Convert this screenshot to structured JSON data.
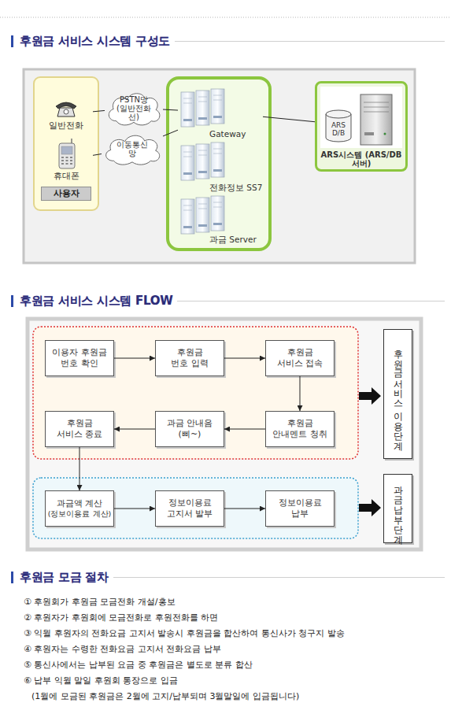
{
  "diagram": {
    "title": "후원금 서비스 시스템 구성도",
    "nodes": [
      {
        "text": [
          "사용자"
        ]
      },
      {
        "text": [
          "일반전화"
        ],
        "in": 0
      },
      {
        "text": [
          "휴대폰"
        ],
        "in": 0
      },
      {
        "text": [
          "PSTN망 (일반전화선)"
        ]
      },
      {
        "text": [
          "이동통신망"
        ]
      },
      {
        "text": [
          "Gateway"
        ]
      },
      {
        "text": [
          "전화정보 SS7"
        ]
      },
      {
        "text": [
          "과금 Server"
        ]
      },
      {
        "text": [
          "ARS시스템 (ARS/DB서버)"
        ]
      },
      {
        "text": [
          "ARS D/B"
        ],
        "in": 8
      },
      {
        "text": [
          "이용자 후원금 번호 확인"
        ]
      },
      {
        "text": [
          "후원금 번호 입력"
        ]
      },
      {
        "text": [
          "후원금 서비스 접속"
        ]
      },
      {
        "text": [
          "후원금서비스 이용단계"
        ]
      },
      {
        "text": [
          "후원금 서비스 종료"
        ]
      },
      {
        "text": [
          "과금 안내음 (삐~)"
        ]
      },
      {
        "text": [
          "후원금 안내멘트 청취"
        ]
      },
      {
        "text": [
          "과금액 계산",
          "(정보이용료 계산)"
        ]
      },
      {
        "text": [
          "정보이용료 고지서 발부"
        ]
      },
      {
        "text": [
          "정보이용료 납부"
        ]
      },
      {
        "text": [
          "과금납부단계"
        ]
      }
    ],
    "edges": [
      {
        "from": 1,
        "to": 3,
        "arrow": "none"
      },
      {
        "from": 3,
        "to": 5,
        "arrow": "none"
      },
      {
        "from": 2,
        "to": 4,
        "arrow": "none"
      },
      {
        "from": 4,
        "to": 5,
        "arrow": "none"
      },
      {
        "from": 5,
        "to": 8,
        "arrow": "none"
      },
      {
        "from": 10,
        "to": 11,
        "arrow": "to"
      },
      {
        "from": 11,
        "to": 12,
        "arrow": "to"
      },
      {
        "from": 12,
        "to": 16,
        "arrow": "to"
      },
      {
        "from": 16,
        "to": 15,
        "arrow": "to"
      },
      {
        "from": 15,
        "to": 14,
        "arrow": "to"
      },
      {
        "from": 14,
        "to": 17,
        "arrow": "to"
      },
      {
        "from": 17,
        "to": 18,
        "arrow": "to"
      },
      {
        "from": 18,
        "to": 19,
        "arrow": "to"
      }
    ],
    "labels": [
      "후원금 서비스 시스템 FLOW",
      "후원금 모금 절차",
      "① 후원회가 후원금 모금전화 개설/홍보",
      "② 후원자가 후원회에 모금전화로 후원전화를 하면",
      "③ 익월 후원자의 전화요금 고지서 발송시 후원금을 합산하여 통신사가 청구지 발송",
      "④ 후원자는 수령한 전화요금 고지서 전화요금 납부",
      "⑤ 통신사에서는 납부된 요금 중 후원금은 별도로 분류 합산",
      "⑥ 납부 익월 말일 후원회 통장으로 입금",
      "(1월에 모금된 후원금은 2월에 고지/납부되며 3월말일에 입금됩니다)"
    ]
  }
}
